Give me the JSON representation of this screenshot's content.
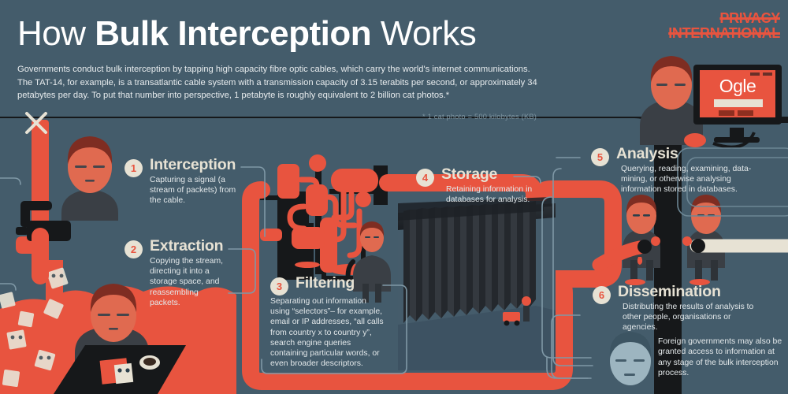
{
  "header": {
    "title_part1": "How ",
    "title_bold": "Bulk Interception",
    "title_part2": " Works",
    "intro": "Governments conduct bulk interception by tapping high capacity fibre optic cables, which carry the world's internet communications. The TAT-14, for example, is a transatlantic cable system with a transmission capacity of 3.15 terabits per second, or approximately 34 petabytes per day. To put that number into perspective, 1 petabyte is roughly equivalent to 2 billion cat photos.*",
    "footnote": "* 1 cat photo = 500 kilobytes (KB)",
    "logo_line1": "PRIVACY",
    "logo_line2": "INTERNATIONAL"
  },
  "screen": {
    "search_brand": "Ogle"
  },
  "steps": [
    {
      "number": "1",
      "title": "Interception",
      "body": "Capturing a signal (a stream of packets) from the cable."
    },
    {
      "number": "2",
      "title": "Extraction",
      "body": "Copying the stream, directing it into a storage space, and reassembling packets."
    },
    {
      "number": "3",
      "title": "Filtering",
      "body": "Separating out information using “selectors”– for example, email or IP addresses, “all calls from country x to country y”, search engine queries containing particular words, or even broader descriptors."
    },
    {
      "number": "4",
      "title": "Storage",
      "body": "Retaining information in databases for analysis."
    },
    {
      "number": "5",
      "title": "Analysis",
      "body": "Querying, reading, examining, data-mining, or otherwise analysing information stored in databases."
    },
    {
      "number": "6",
      "title": "Dissemination",
      "body": "Distributing the results of analysis to other people, organisations or agencies.",
      "note": "Foreign governments may also be granted access to information at any stage of the bulk interception process."
    }
  ],
  "colors": {
    "background": "#445c6b",
    "accent_orange": "#e8543f",
    "cream": "#e7e2d4",
    "black": "#16181a",
    "connector": "#8aa3af",
    "text": "#e3e8ea",
    "muted": "#7e95a1"
  }
}
